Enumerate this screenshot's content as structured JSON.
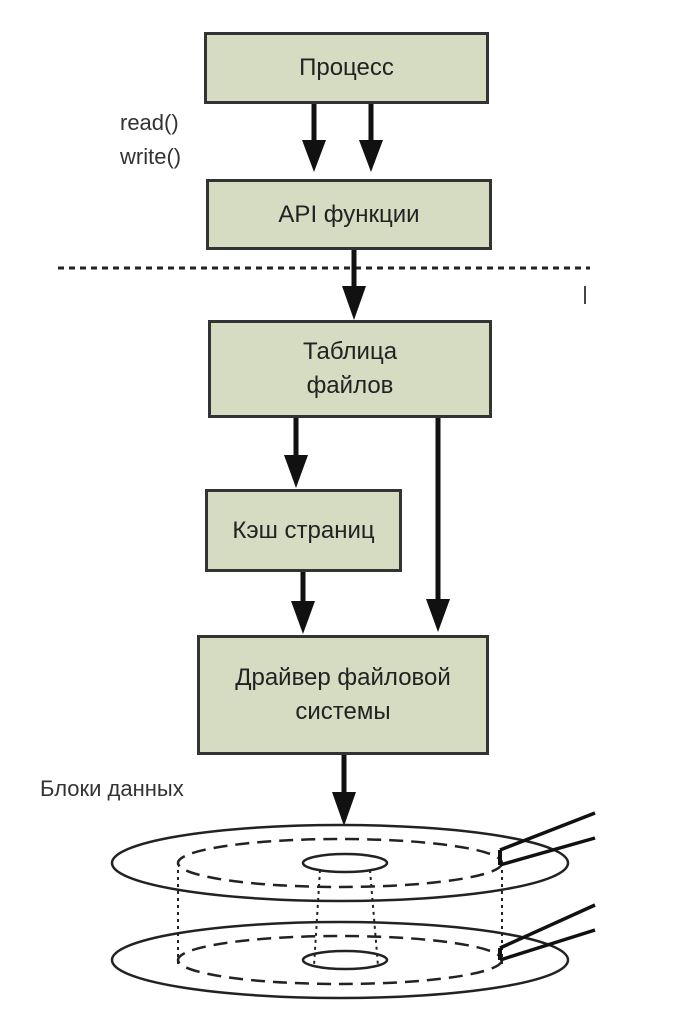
{
  "boxes": {
    "process": "Процесс",
    "api": "API функции",
    "file_table": {
      "line1": "Таблица",
      "line2": "файлов"
    },
    "page_cache": "Кэш страниц",
    "fs_driver": {
      "line1": "Драйвер файловой",
      "line2": "системы"
    }
  },
  "labels": {
    "read": "read()",
    "write": "write()",
    "data_blocks": "Блоки данных"
  },
  "colors": {
    "box_fill": "#d6dcc2",
    "stroke": "#111111"
  }
}
